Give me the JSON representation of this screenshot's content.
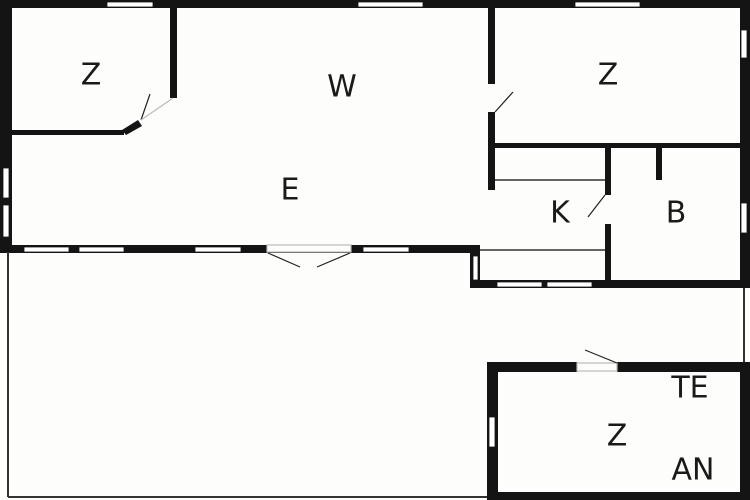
{
  "title": "Floor plan",
  "rooms": [
    {
      "id": "z1",
      "label": "Z"
    },
    {
      "id": "w",
      "label": "W"
    },
    {
      "id": "z2",
      "label": "Z"
    },
    {
      "id": "e",
      "label": "E"
    },
    {
      "id": "k",
      "label": "K"
    },
    {
      "id": "b",
      "label": "B"
    },
    {
      "id": "te",
      "label": "TE"
    },
    {
      "id": "z3",
      "label": "Z"
    },
    {
      "id": "an",
      "label": "AN"
    }
  ],
  "colors": {
    "wall": "#141414",
    "background": "#fdfdfb",
    "window": "#ffffff"
  }
}
